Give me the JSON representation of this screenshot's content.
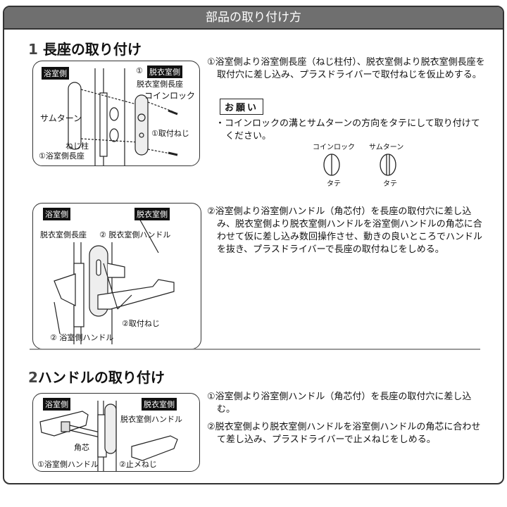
{
  "header": {
    "title": "部品の取り付け方"
  },
  "section1": {
    "number": "1",
    "title": "長座の取り付け",
    "diagram1": {
      "bath_side": "浴室側",
      "num": "①",
      "dressing_side": "脱衣室側",
      "dressing_plate": "脱衣室側長座",
      "coin_lock": "コインロック",
      "thumb_turn": "サムターン",
      "screw": "①取付ねじ",
      "screw_post": "ねじ柱",
      "bath_plate": "①浴室側長座"
    },
    "step1": "①浴室側より浴室側長座（ねじ柱付）、脱衣室側より脱衣室側長座を取付穴に差し込み、プラスドライバーで取付ねじを仮止めする。",
    "request_label": "お願い",
    "request_text": "・コインロックの溝とサムターンの方向をタテにして取り付けてください。",
    "orientation": {
      "coin_lock": "コインロック",
      "thumb_turn": "サムターン",
      "coin_lock_dir": "タテ",
      "thumb_turn_dir": "タテ"
    },
    "diagram2": {
      "bath_side": "浴室側",
      "dressing_side": "脱衣室側",
      "dressing_plate": "脱衣室側長座",
      "dressing_handle": "② 脱衣室側ハンドル",
      "screw": "②取付ねじ",
      "bath_handle": "② 浴室側ハンドル"
    },
    "step2": "②浴室側より浴室側ハンドル（角芯付）を長座の取付穴に差し込み、脱衣室側より脱衣室側ハンドルを浴室側ハンドルの角芯に合わせて仮に差し込み数回操作させ、動きの良いところでハンドルを抜き、プラスドライバーで長座の取付ねじをしめる。"
  },
  "section2": {
    "number": "2",
    "title": "ハンドルの取り付け",
    "diagram": {
      "bath_side": "浴室側",
      "dressing_side": "脱衣室側",
      "dressing_handle": "脱衣室側ハンドル",
      "spindle": "角芯",
      "bath_handle": "①浴室側ハンドル",
      "set_screw": "②止メねじ"
    },
    "step1": "①浴室側より浴室側ハンドル（角芯付）を長座の取付穴に差し込む。",
    "step2": "②脱衣室側より脱衣室側ハンドルを浴室側ハンドルの角芯に合わせて差し込み、プラスドライバーで止メねじをしめる。"
  }
}
